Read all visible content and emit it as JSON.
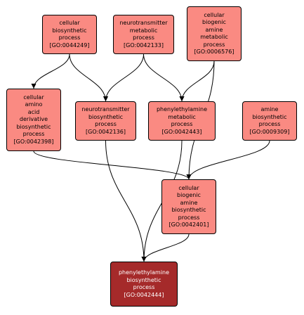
{
  "colors": {
    "node_fill": "#fa8a82",
    "target_fill": "#a52a2a",
    "target_text": "#ffffff",
    "edge": "#000000"
  },
  "nodes": {
    "n44249": {
      "lines": [
        "cellular",
        "biosynthetic",
        "process"
      ],
      "id": "[GO:0044249]"
    },
    "n42133": {
      "lines": [
        "neurotransmitter",
        "metabolic",
        "process"
      ],
      "id": "[GO:0042133]"
    },
    "n6576": {
      "lines": [
        "cellular",
        "biogenic",
        "amine",
        "metabolic",
        "process"
      ],
      "id": "[GO:0006576]"
    },
    "n42398": {
      "lines": [
        "cellular",
        "amino",
        "acid",
        "derivative",
        "biosynthetic",
        "process"
      ],
      "id": "[GO:0042398]"
    },
    "n42136": {
      "lines": [
        "neurotransmitter",
        "biosynthetic",
        "process"
      ],
      "id": "[GO:0042136]"
    },
    "n42443": {
      "lines": [
        "phenylethylamine",
        "metabolic",
        "process"
      ],
      "id": "[GO:0042443]"
    },
    "n9309": {
      "lines": [
        "amine",
        "biosynthetic",
        "process"
      ],
      "id": "[GO:0009309]"
    },
    "n42401": {
      "lines": [
        "cellular",
        "biogenic",
        "amine",
        "biosynthetic",
        "process"
      ],
      "id": "[GO:0042401]"
    },
    "n42444": {
      "lines": [
        "phenylethylamine",
        "biosynthetic",
        "process"
      ],
      "id": "[GO:0042444]"
    }
  },
  "edges": [
    [
      "n44249",
      "n42398"
    ],
    [
      "n44249",
      "n42136"
    ],
    [
      "n42133",
      "n42136"
    ],
    [
      "n42133",
      "n42443"
    ],
    [
      "n6576",
      "n42443"
    ],
    [
      "n6576",
      "n42401"
    ],
    [
      "n42398",
      "n42401"
    ],
    [
      "n9309",
      "n42401"
    ],
    [
      "n42136",
      "n42444"
    ],
    [
      "n42443",
      "n42444"
    ],
    [
      "n42401",
      "n42444"
    ]
  ]
}
